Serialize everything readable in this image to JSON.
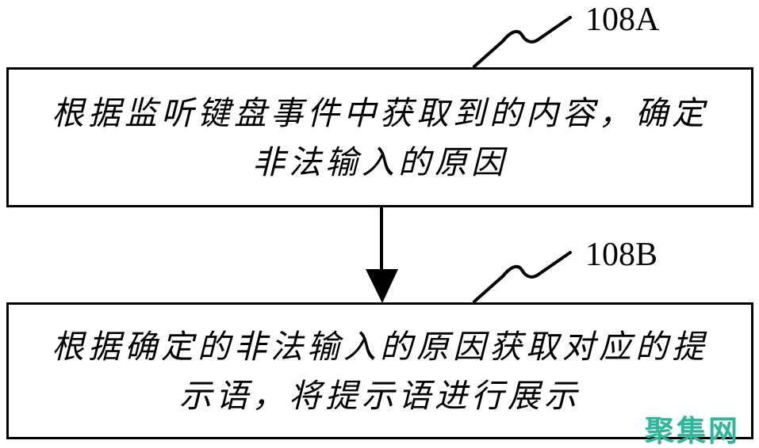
{
  "figure": {
    "type": "flowchart",
    "background": "#ffffff",
    "line_color": "#000000",
    "text_color": "#000000",
    "boxes": [
      {
        "id": "box-1",
        "label": "108A",
        "lines": [
          "根据监听键盘事件中获取到的内容，确定",
          "非法输入的原因"
        ]
      },
      {
        "id": "box-2",
        "label": "108B",
        "lines": [
          "根据确定的非法输入的原因获取对应的提",
          "示语，将提示语进行展示"
        ]
      }
    ],
    "connector": {
      "from": "box-1",
      "to": "box-2",
      "style": "solid-arrow-down"
    },
    "watermark": {
      "text": "聚集网",
      "color": "#2bb79a"
    }
  }
}
